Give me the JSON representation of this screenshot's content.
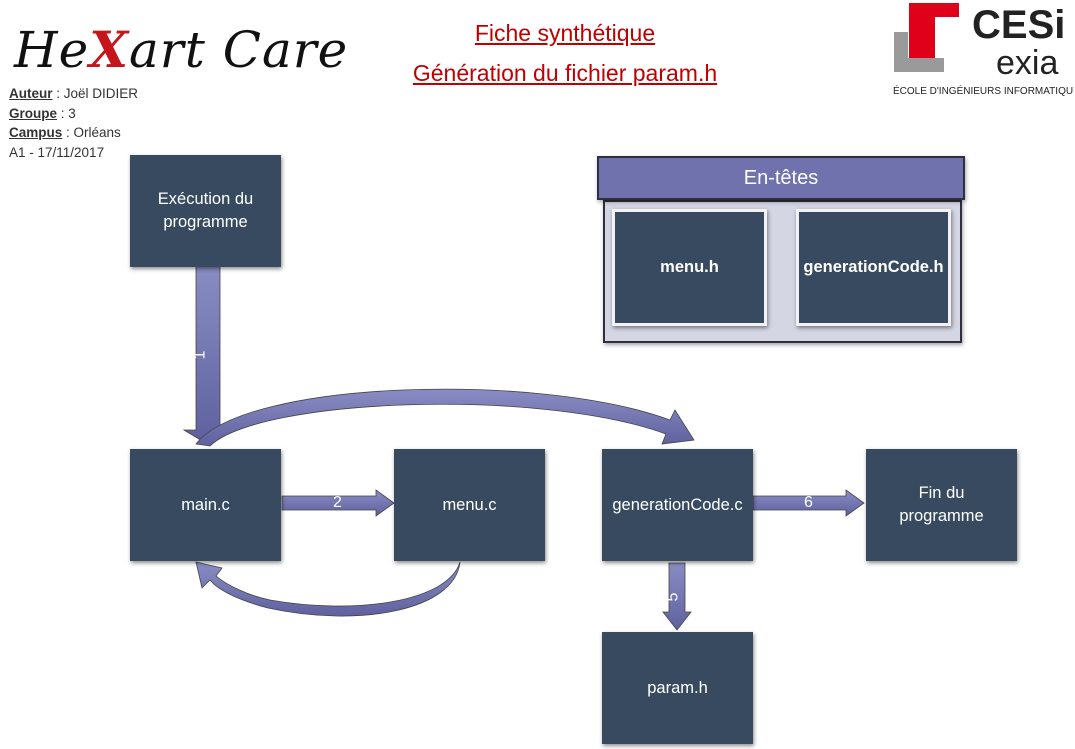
{
  "header": {
    "logo_prefix": "He",
    "logo_mark": "X",
    "logo_suffix": "art Care",
    "title_line1": "Fiche synthétique",
    "title_line2": "Génération du fichier param.h",
    "author_label": "Auteur",
    "author": "Joël DIDIER",
    "group_label": "Groupe",
    "group": "3",
    "campus_label": "Campus",
    "campus": "Orléans",
    "date": "A1 - 17/11/2017"
  },
  "cesi_logo": {
    "name": "CESi",
    "sub": "exia",
    "tagline": "ÉCOLE D'INGÉNIEURS INFORMATIQUE"
  },
  "nodes": {
    "execution": "Exécution du\nprogramme",
    "main": "main.c",
    "menu": "menu.c",
    "generation": "generationCode.c",
    "fin": "Fin du\nprogramme",
    "param": "param.h"
  },
  "headers_group": {
    "title": "En-têtes",
    "items": [
      "menu.h",
      "generationCode.h"
    ]
  },
  "arrows": {
    "a1": "1",
    "a2": "2",
    "a5": "5",
    "a6": "6"
  },
  "colors": {
    "node": "#374a5f",
    "arrow": "#6f72ac",
    "title": "#c00000",
    "logo_red": "#c4161c"
  }
}
